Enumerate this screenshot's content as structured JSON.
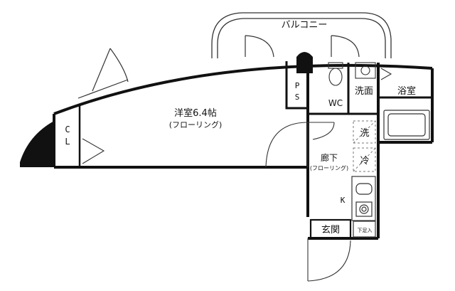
{
  "floor_plan": {
    "balcony": "バルコニー",
    "western_room": "洋室6.4帖",
    "western_room_floor": "(フローリング)",
    "closet_top": "C",
    "closet_bottom": "L",
    "pipe_space_top": "P",
    "pipe_space_bottom": "S",
    "toilet": "WC",
    "washroom": "洗面",
    "bathroom": "浴室",
    "washer": "洗",
    "fridge": "冷",
    "hallway": "廊下",
    "hallway_floor": "(フローリング)",
    "kitchen": "K",
    "entrance": "玄関",
    "shoe_storage": "下足入"
  },
  "colors": {
    "wall": "#111111",
    "fill_black": "#111111",
    "line": "#333333",
    "dashed": "#777777"
  }
}
